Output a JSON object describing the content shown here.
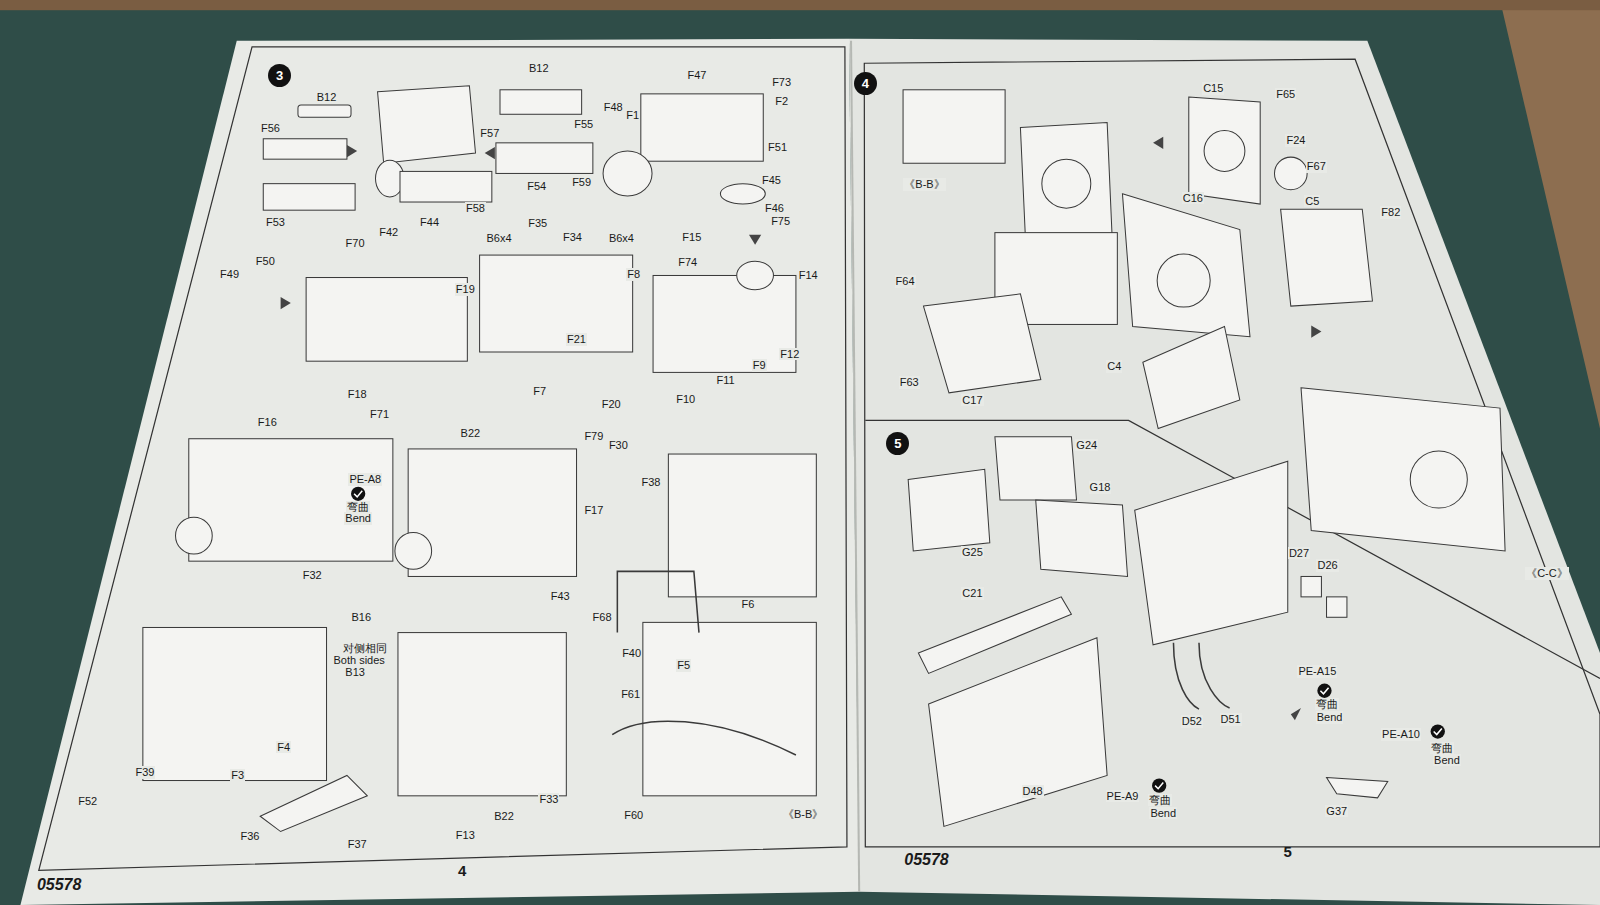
{
  "diagram": {
    "nodes": [
      {
        "text": [
          "3"
        ]
      },
      {
        "text": [
          "4"
        ]
      },
      {
        "text": [
          "5"
        ]
      }
    ],
    "labels": [
      "B12",
      "F56",
      "F53",
      "F57",
      "F58",
      "B12",
      "F55",
      "F54",
      "F47",
      "F73",
      "F48",
      "F1",
      "F2",
      "F51",
      "F59",
      "F45",
      "F46",
      "F70",
      "F42",
      "F44",
      "F49",
      "F50",
      "F35",
      "B6x4",
      "F34",
      "B6x4",
      "F19",
      "F15",
      "F75",
      "F14",
      "F74",
      "F8",
      "F21",
      "F20",
      "F10",
      "F11",
      "F9",
      "F12",
      "F18",
      "F16",
      "F71",
      "PE-A8",
      "弯曲",
      "Bend",
      "F32",
      "F7",
      "B22",
      "F79",
      "F30",
      "F17",
      "B16",
      "F43",
      "F38",
      "F68",
      "F40",
      "F6",
      "对侧相同",
      "Both sides",
      "B13",
      "F4",
      "F39",
      "F3",
      "F52",
      "F36",
      "F37",
      "F13",
      "B22",
      "F33",
      "F5",
      "F61",
      "F60",
      "《B-B》",
      "4",
      "05578",
      "《B-B》",
      "C15",
      "F65",
      "F24",
      "F67",
      "C16",
      "C5",
      "F82",
      "F64",
      "F63",
      "C17",
      "C4",
      "《C-C》",
      "G24",
      "G18",
      "G25",
      "C21",
      "D27",
      "D26",
      "PE-A15",
      "弯曲",
      "Bend",
      "D52",
      "D51",
      "PE-A10",
      "弯曲",
      "Bend",
      "G37",
      "D48",
      "PE-A9",
      "弯曲",
      "Bend",
      "05578",
      "5"
    ]
  }
}
